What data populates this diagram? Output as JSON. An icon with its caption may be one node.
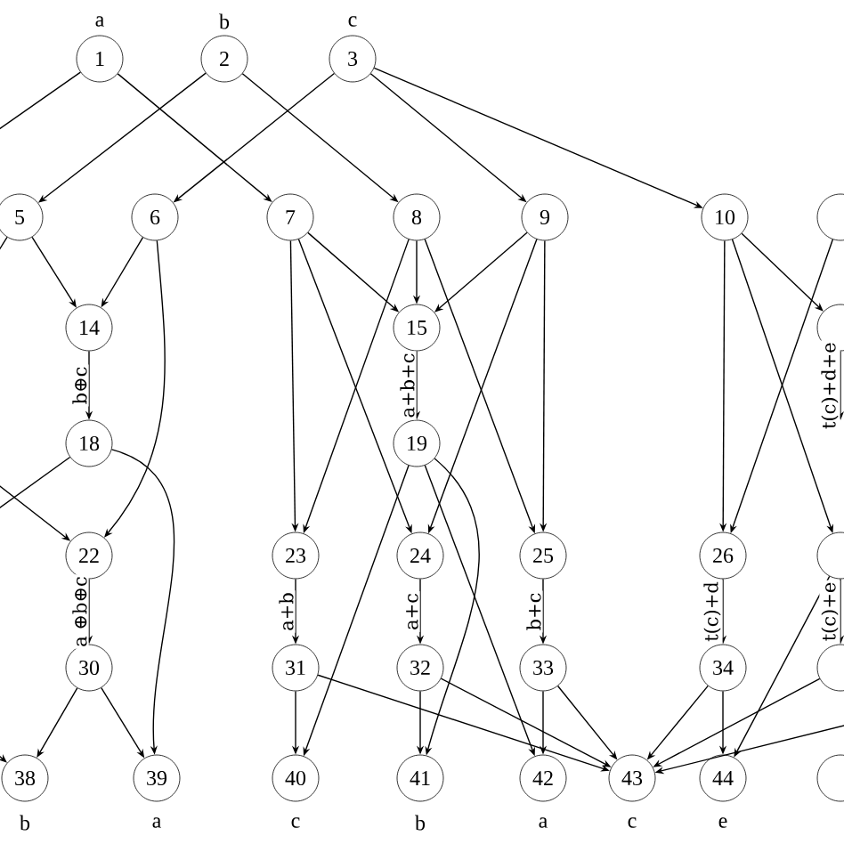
{
  "diagram": {
    "nodes": [
      {
        "text": [
          "1"
        ],
        "beside": [
          "a"
        ]
      },
      {
        "text": [
          "2"
        ],
        "beside": [
          "b"
        ]
      },
      {
        "text": [
          "3"
        ],
        "beside": [
          "c"
        ]
      },
      {
        "text": [
          "5"
        ]
      },
      {
        "text": [
          "6"
        ]
      },
      {
        "text": [
          "7"
        ]
      },
      {
        "text": [
          "8"
        ]
      },
      {
        "text": [
          "9"
        ]
      },
      {
        "text": [
          "10"
        ]
      },
      {
        "text": [],
        "shape": "circle"
      },
      {
        "text": [
          "14"
        ]
      },
      {
        "text": [
          "15"
        ]
      },
      {
        "text": [],
        "shape": "circle"
      },
      {
        "text": [
          "18"
        ]
      },
      {
        "text": [
          "19"
        ]
      },
      {
        "text": [
          "22"
        ]
      },
      {
        "text": [
          "23"
        ]
      },
      {
        "text": [
          "24"
        ]
      },
      {
        "text": [
          "25"
        ]
      },
      {
        "text": [
          "26"
        ]
      },
      {
        "text": [],
        "shape": "circle"
      },
      {
        "text": [
          "30"
        ]
      },
      {
        "text": [
          "31"
        ]
      },
      {
        "text": [
          "32"
        ]
      },
      {
        "text": [
          "33"
        ]
      },
      {
        "text": [
          "34"
        ]
      },
      {
        "text": [],
        "shape": "circle"
      },
      {
        "text": [
          "38"
        ],
        "beside": [
          "b"
        ]
      },
      {
        "text": [
          "39"
        ],
        "beside": [
          "a"
        ]
      },
      {
        "text": [
          "40"
        ],
        "beside": [
          "c"
        ]
      },
      {
        "text": [
          "41"
        ],
        "beside": [
          "b"
        ]
      },
      {
        "text": [
          "42"
        ],
        "beside": [
          "a"
        ]
      },
      {
        "text": [
          "43"
        ],
        "beside": [
          "c"
        ]
      },
      {
        "text": [
          "44"
        ],
        "beside": [
          "e"
        ]
      },
      {
        "text": [],
        "shape": "circle"
      }
    ],
    "edges": [
      {
        "from": 0,
        "to": null,
        "arrow": "none"
      },
      {
        "from": 0,
        "to": 5,
        "arrow": "to"
      },
      {
        "from": 1,
        "to": 3,
        "arrow": "to"
      },
      {
        "from": 1,
        "to": 6,
        "arrow": "to"
      },
      {
        "from": 2,
        "to": 4,
        "arrow": "to"
      },
      {
        "from": 2,
        "to": 7,
        "arrow": "to"
      },
      {
        "from": 2,
        "to": 8,
        "arrow": "to"
      },
      {
        "from": 3,
        "to": null,
        "arrow": "none"
      },
      {
        "from": 3,
        "to": 10,
        "arrow": "to"
      },
      {
        "from": 4,
        "to": 10,
        "arrow": "to"
      },
      {
        "from": 4,
        "to": 15,
        "arrow": "to"
      },
      {
        "from": 5,
        "to": 11,
        "arrow": "to"
      },
      {
        "from": 5,
        "to": 16,
        "arrow": "to"
      },
      {
        "from": 5,
        "to": 17,
        "arrow": "to"
      },
      {
        "from": 6,
        "to": 11,
        "arrow": "to"
      },
      {
        "from": 6,
        "to": 16,
        "arrow": "to"
      },
      {
        "from": 6,
        "to": 18,
        "arrow": "to"
      },
      {
        "from": 7,
        "to": 11,
        "arrow": "to"
      },
      {
        "from": 7,
        "to": 17,
        "arrow": "to"
      },
      {
        "from": 7,
        "to": 18,
        "arrow": "to"
      },
      {
        "from": 8,
        "to": 19,
        "arrow": "to"
      },
      {
        "from": 8,
        "to": 12,
        "arrow": "to"
      },
      {
        "from": 8,
        "to": 20,
        "arrow": "to"
      },
      {
        "from": 9,
        "to": 19,
        "arrow": "to"
      },
      {
        "from": 10,
        "to": 13,
        "arrow": "to",
        "label": "b⊕c"
      },
      {
        "from": 11,
        "to": 14,
        "arrow": "to",
        "label": "a+b+c"
      },
      {
        "from": 12,
        "to": null,
        "arrow": "to",
        "label": "t(c)+d+e"
      },
      {
        "from": 13,
        "to": null,
        "arrow": "none"
      },
      {
        "from": null,
        "to": 15,
        "arrow": "to"
      },
      {
        "from": 13,
        "to": 28,
        "arrow": "to"
      },
      {
        "from": 14,
        "to": 29,
        "arrow": "to"
      },
      {
        "from": 14,
        "to": 30,
        "arrow": "to"
      },
      {
        "from": 14,
        "to": 31,
        "arrow": "to"
      },
      {
        "from": 15,
        "to": 21,
        "arrow": "to",
        "label": "a ⊕b⊕c"
      },
      {
        "from": 16,
        "to": 22,
        "arrow": "to",
        "label": "a+b"
      },
      {
        "from": 17,
        "to": 23,
        "arrow": "to",
        "label": "a+c"
      },
      {
        "from": 18,
        "to": 24,
        "arrow": "to",
        "label": "b+c"
      },
      {
        "from": 19,
        "to": 25,
        "arrow": "to",
        "label": "t(c)+d"
      },
      {
        "from": 20,
        "to": 26,
        "arrow": "to",
        "label": "t(c)+e"
      },
      {
        "from": 20,
        "to": 33,
        "arrow": "to"
      },
      {
        "from": 21,
        "to": 27,
        "arrow": "to"
      },
      {
        "from": 21,
        "to": 28,
        "arrow": "to"
      },
      {
        "from": 22,
        "to": 29,
        "arrow": "to"
      },
      {
        "from": 22,
        "to": 32,
        "arrow": "to"
      },
      {
        "from": 23,
        "to": 30,
        "arrow": "to"
      },
      {
        "from": 23,
        "to": 32,
        "arrow": "to"
      },
      {
        "from": 24,
        "to": 31,
        "arrow": "to"
      },
      {
        "from": 24,
        "to": 32,
        "arrow": "to"
      },
      {
        "from": 25,
        "to": 32,
        "arrow": "to"
      },
      {
        "from": 25,
        "to": 33,
        "arrow": "to"
      },
      {
        "from": 26,
        "to": 32,
        "arrow": "to"
      },
      {
        "from": null,
        "to": 32,
        "arrow": "to"
      },
      {
        "from": null,
        "to": 27,
        "arrow": "to"
      }
    ]
  }
}
